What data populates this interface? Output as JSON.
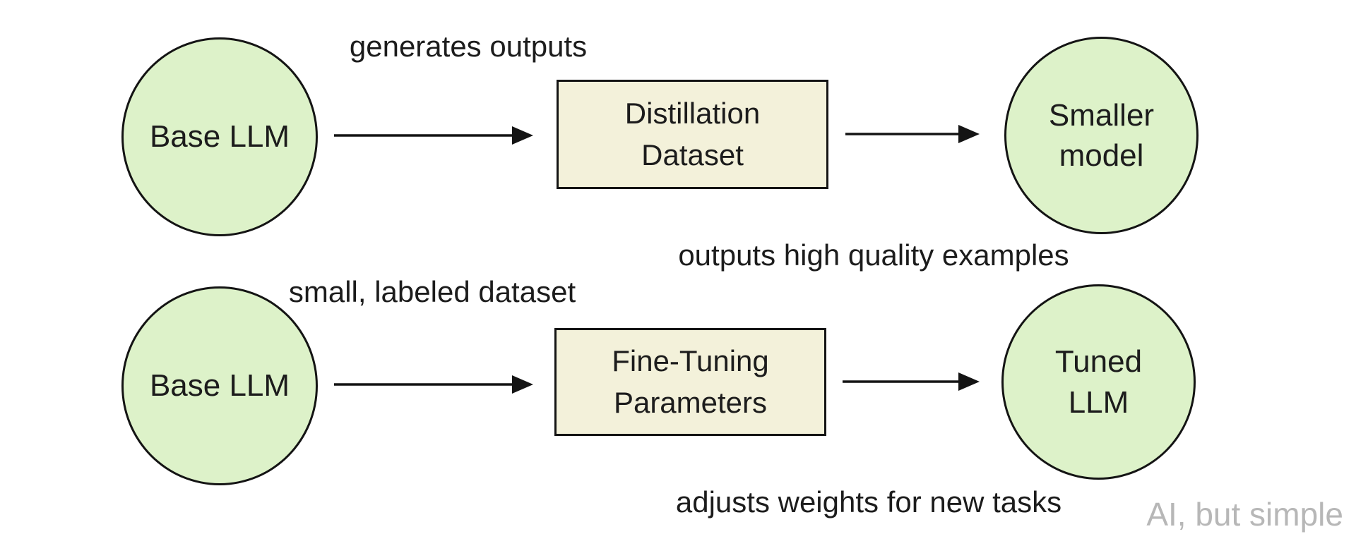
{
  "diagram": {
    "rows": [
      {
        "source_label": "Base LLM",
        "arrow_label": "generates outputs",
        "box_line1": "Distillation",
        "box_line2": "Dataset",
        "target_line1": "Smaller",
        "target_line2": "model",
        "caption": "outputs high quality examples"
      },
      {
        "source_label": "Base LLM",
        "arrow_label": "small, labeled dataset",
        "box_line1": "Fine-Tuning",
        "box_line2": "Parameters",
        "target_line1": "Tuned",
        "target_line2": "LLM",
        "caption": "adjusts weights for new tasks"
      }
    ],
    "watermark": "AI, but simple",
    "colors": {
      "background": "#ffffff",
      "circle_fill": "#ddf2c9",
      "box_fill": "#f3f1da",
      "stroke": "#141414",
      "text": "#1c1c1c",
      "watermark": "#b7b7b7"
    }
  }
}
